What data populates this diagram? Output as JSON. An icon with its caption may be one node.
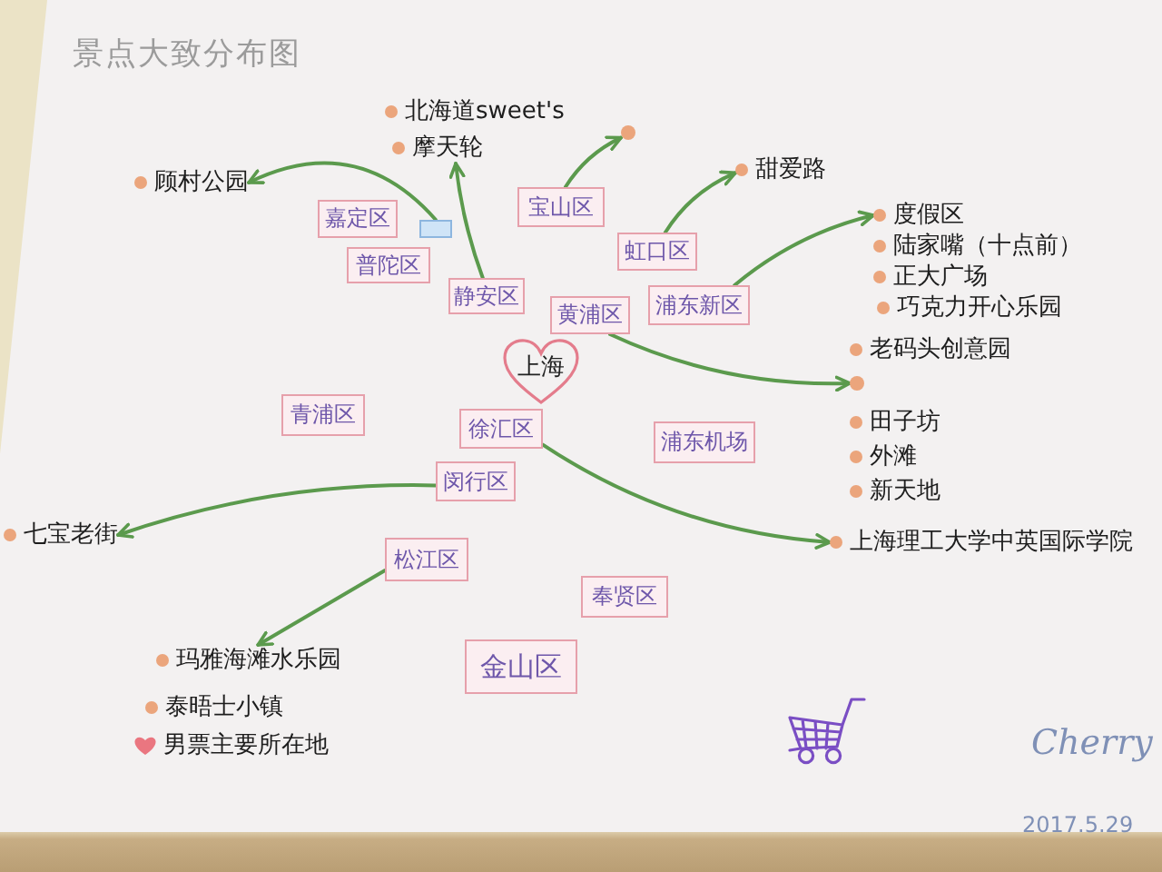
{
  "diagram": {
    "title": "景点大致分布图",
    "nodes": [
      {
        "text": [
          "顾村公园"
        ]
      },
      {
        "text": [
          "摩天轮"
        ]
      },
      {
        "text": [],
        "shape": "circle"
      },
      {
        "text": [
          "甜爱路"
        ]
      },
      {
        "text": [
          "度假区"
        ]
      },
      {
        "text": [
          "嘉定区"
        ]
      },
      {
        "text": [],
        "shape": "box"
      },
      {
        "text": [
          "普陀区"
        ]
      },
      {
        "text": [
          "静安区"
        ]
      },
      {
        "text": [
          "宝山区"
        ]
      },
      {
        "text": [
          "虹口区"
        ]
      },
      {
        "text": [
          "黄浦区"
        ]
      },
      {
        "text": [
          "浦东新区"
        ]
      },
      {
        "text": [
          "上海"
        ]
      },
      {
        "text": [],
        "shape": "circle"
      },
      {
        "text": [
          "青浦区"
        ]
      },
      {
        "text": [
          "徐汇区"
        ]
      },
      {
        "text": [
          "闵行区"
        ]
      },
      {
        "text": [
          "浦东机场"
        ]
      },
      {
        "text": [
          "七宝老街"
        ]
      },
      {
        "text": [
          "上海理工大学中英国际学院"
        ]
      },
      {
        "text": [
          "松江区"
        ]
      },
      {
        "text": [
          "奉贤区"
        ]
      },
      {
        "text": [
          "玛雅海滩水乐园"
        ]
      },
      {
        "text": [
          "金山区"
        ]
      }
    ],
    "edges": [
      {
        "from": 6,
        "to": 0,
        "arrow": "to"
      },
      {
        "from": 8,
        "to": 1,
        "arrow": "to"
      },
      {
        "from": 9,
        "to": 2,
        "arrow": "to"
      },
      {
        "from": 10,
        "to": 3,
        "arrow": "to"
      },
      {
        "from": 12,
        "to": 4,
        "arrow": "to"
      },
      {
        "from": 11,
        "to": 14,
        "arrow": "to"
      },
      {
        "from": 16,
        "to": 20,
        "arrow": "to"
      },
      {
        "from": 17,
        "to": 19,
        "arrow": "to"
      },
      {
        "from": 21,
        "to": 23,
        "arrow": "to"
      }
    ],
    "labels": [
      "北海道sweet's",
      "陆家嘴（十点前）",
      "正大广场",
      "巧克力开心乐园",
      "老码头创意园",
      "田子坊",
      "外滩",
      "新天地",
      "泰晤士小镇",
      "男票主要所在地",
      "Cherry",
      "2017.5.29"
    ]
  }
}
